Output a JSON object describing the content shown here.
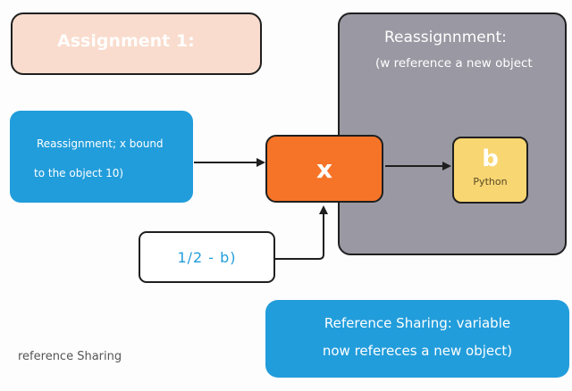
{
  "diagram": {
    "assignment_box": {
      "label": "Assignment 1:"
    },
    "reassignment_panel": {
      "title": "Reassignnment:",
      "subtitle": "(w reference a new object"
    },
    "bound_box": {
      "line1": "Reassignment; x bound",
      "line2": "to the object 10)"
    },
    "variable_node": {
      "label": "x"
    },
    "object_node": {
      "label": "b",
      "sublabel": "Python"
    },
    "expression_box": {
      "label": "1/2  - b)"
    },
    "sharing_box": {
      "line1": "Reference Sharing: variable",
      "line2": "now refereces a new object)"
    },
    "caption": "reference Sharing",
    "colors": {
      "assignment_fill": "#f9dccd",
      "panel_fill": "#9a98a2",
      "blue": "#229ddb",
      "orange": "#f67428",
      "yellow": "#f8d672"
    },
    "edges": [
      {
        "from": "bound_box",
        "to": "variable_node"
      },
      {
        "from": "variable_node",
        "to": "object_node"
      },
      {
        "from": "expression_box",
        "to": "variable_node"
      }
    ]
  }
}
